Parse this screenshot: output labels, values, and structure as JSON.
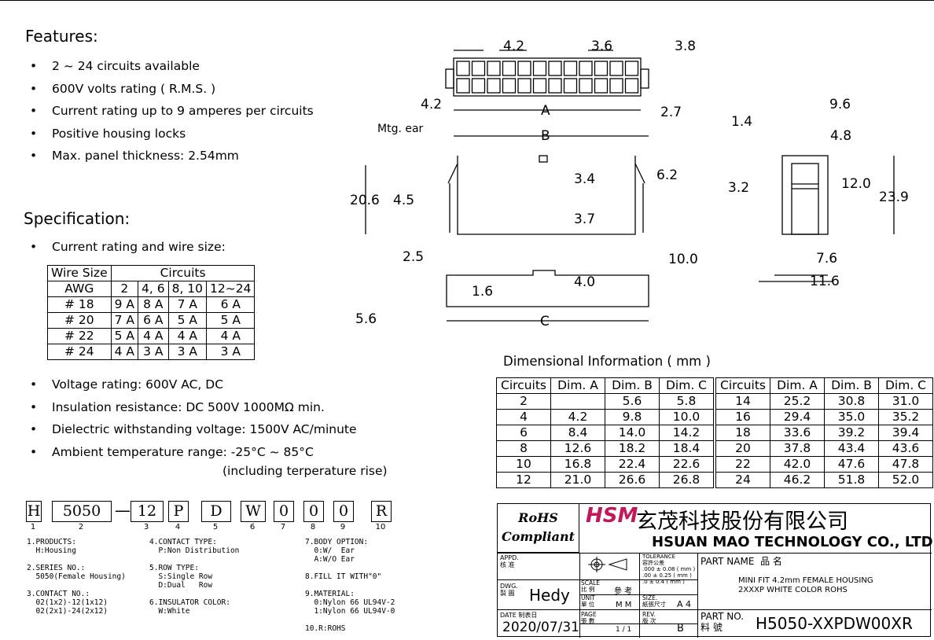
{
  "features": {
    "title": "Features:",
    "items": [
      "2 ~ 24 circuits available",
      "600V volts rating ( R.M.S. )",
      "Current rating up to 9 amperes per circuits",
      "Positive housing locks",
      "Max. panel thickness: 2.54mm"
    ]
  },
  "specification": {
    "title": "Specification:",
    "items": [
      "Current rating and wire size:"
    ],
    "wire_table": {
      "h_wire": "Wire Size",
      "h_circuits": "Circuits",
      "h_awg": "AWG",
      "cols": [
        "2",
        "4, 6",
        "8, 10",
        "12~24"
      ],
      "rows": [
        [
          "# 18",
          "9 A",
          "8 A",
          "7 A",
          "6 A"
        ],
        [
          "# 20",
          "7 A",
          "6 A",
          "5 A",
          "5 A"
        ],
        [
          "# 22",
          "5 A",
          "4 A",
          "4 A",
          "4 A"
        ],
        [
          "# 24",
          "4 A",
          "3 A",
          "3 A",
          "3 A"
        ]
      ]
    },
    "items2": [
      "Voltage rating: 600V AC, DC",
      "Insulation resistance: DC 500V 1000MΩ  min.",
      "Dielectric withstanding voltage: 1500V AC/minute",
      "Ambient temperature range: -25°C ~ 85°C"
    ],
    "including": "(including terperature rise)"
  },
  "part_code": {
    "boxes": [
      "H",
      "5050",
      "12",
      "P",
      "D",
      "W",
      "0",
      "0",
      "0",
      "R"
    ],
    "dash": "—",
    "numbers": [
      "1",
      "2",
      "3",
      "4",
      "5",
      "6",
      "7",
      "8",
      "9",
      "10"
    ]
  },
  "legend": {
    "col1": "1.PRODUCTS:\n  H:Housing\n\n2.SERIES NO.:\n  5050(Female Housing)\n\n3.CONTACT NO.:\n  02(1x2)-12(1x12)\n  02(2x1)-24(2x12)",
    "col2": "4.CONTACT TYPE:\n  P:Non Distribution\n\n5.ROW TYPE:\n  S:Single Row\n  D:Dual   Row\n\n6.INSULATOR COLOR:\n  W:White",
    "col3": "7.BODY OPTION:\n  0:W/  Ear\n  A:W/O Ear\n\n8.FILL IT WITH\"0\"\n\n9.MATERIAL:\n  0:Nylon 66 UL94V-2\n  1:Nylon 66 UL94V-0\n\n10.R:ROHS"
  },
  "dimensional": {
    "title": "Dimensional Information ( mm )",
    "headers": [
      "Circuits",
      "Dim. A",
      "Dim. B",
      "Dim. C"
    ],
    "left": [
      [
        "2",
        "",
        "5.6",
        "5.8"
      ],
      [
        "4",
        "4.2",
        "9.8",
        "10.0"
      ],
      [
        "6",
        "8.4",
        "14.0",
        "14.2"
      ],
      [
        "8",
        "12.6",
        "18.2",
        "18.4"
      ],
      [
        "10",
        "16.8",
        "22.4",
        "22.6"
      ],
      [
        "12",
        "21.0",
        "26.6",
        "26.8"
      ]
    ],
    "right": [
      [
        "14",
        "25.2",
        "30.8",
        "31.0"
      ],
      [
        "16",
        "29.4",
        "35.0",
        "35.2"
      ],
      [
        "18",
        "33.6",
        "39.2",
        "39.4"
      ],
      [
        "20",
        "37.8",
        "43.4",
        "43.6"
      ],
      [
        "22",
        "42.0",
        "47.6",
        "47.8"
      ],
      [
        "24",
        "46.2",
        "51.8",
        "52.0"
      ]
    ]
  },
  "drawing": {
    "top": [
      "4.2",
      "3.6",
      "3.8",
      "4.2",
      "2.7",
      "A",
      "B",
      "Mtg. ear"
    ],
    "front": [
      "20.6",
      "4.5",
      "3.4",
      "6.2",
      "3.7"
    ],
    "bottom": [
      "2.5",
      "10.0",
      "1.6",
      "4.0",
      "5.6",
      "C"
    ],
    "side": [
      "9.6",
      "1.4",
      "4.8",
      "3.2",
      "12.0",
      "23.9",
      "7.6",
      "11.6"
    ]
  },
  "title_block": {
    "rohs": "RoHS",
    "compliant": "Compliant",
    "logo": "HSM",
    "company_cn": "玄茂科技股份有限公司",
    "company_en": "HSUAN MAO TECHNOLOGY CO., LTD.",
    "appd": "APPD.",
    "appd_cn": "核 准",
    "dwg": "DWG.",
    "dwg_cn": "製 圖",
    "drawer": "Hedy",
    "date_lbl": "DATE 制表日",
    "date": "2020/07/31",
    "scale": "SCALE",
    "scale_cn": "比 例",
    "scale_val": "參 考",
    "unit": "UNIT",
    "unit_cn": "單 位",
    "unit_val": "M M",
    "page": "PAGE",
    "page_cn": "張 數",
    "page_val": "1 / 1",
    "tolerance": "TOLERANCE",
    "tolerance_cn": "容許公差",
    "tol1": ".000 ± 0.08 ( mm )",
    "tol2": ".00  ± 0.25 ( mm )",
    "tol3": ".0   ± 0.4  ( mm )",
    "size": "SIZE.",
    "size_cn": "紙張尺寸",
    "size_val": "A 4",
    "rev": "REV.",
    "rev_cn": "版 次",
    "rev_val": "B",
    "part_name_lbl": "PART NAME",
    "part_name_cn": "品 名",
    "part_name1": "MINI FIT 4.2mm FEMALE HOUSING",
    "part_name2": "2XXXP WHITE COLOR ROHS",
    "part_no_lbl": "PART NO.",
    "part_no_cn": "料 號",
    "part_no": "H5050-XXPDW00XR"
  }
}
